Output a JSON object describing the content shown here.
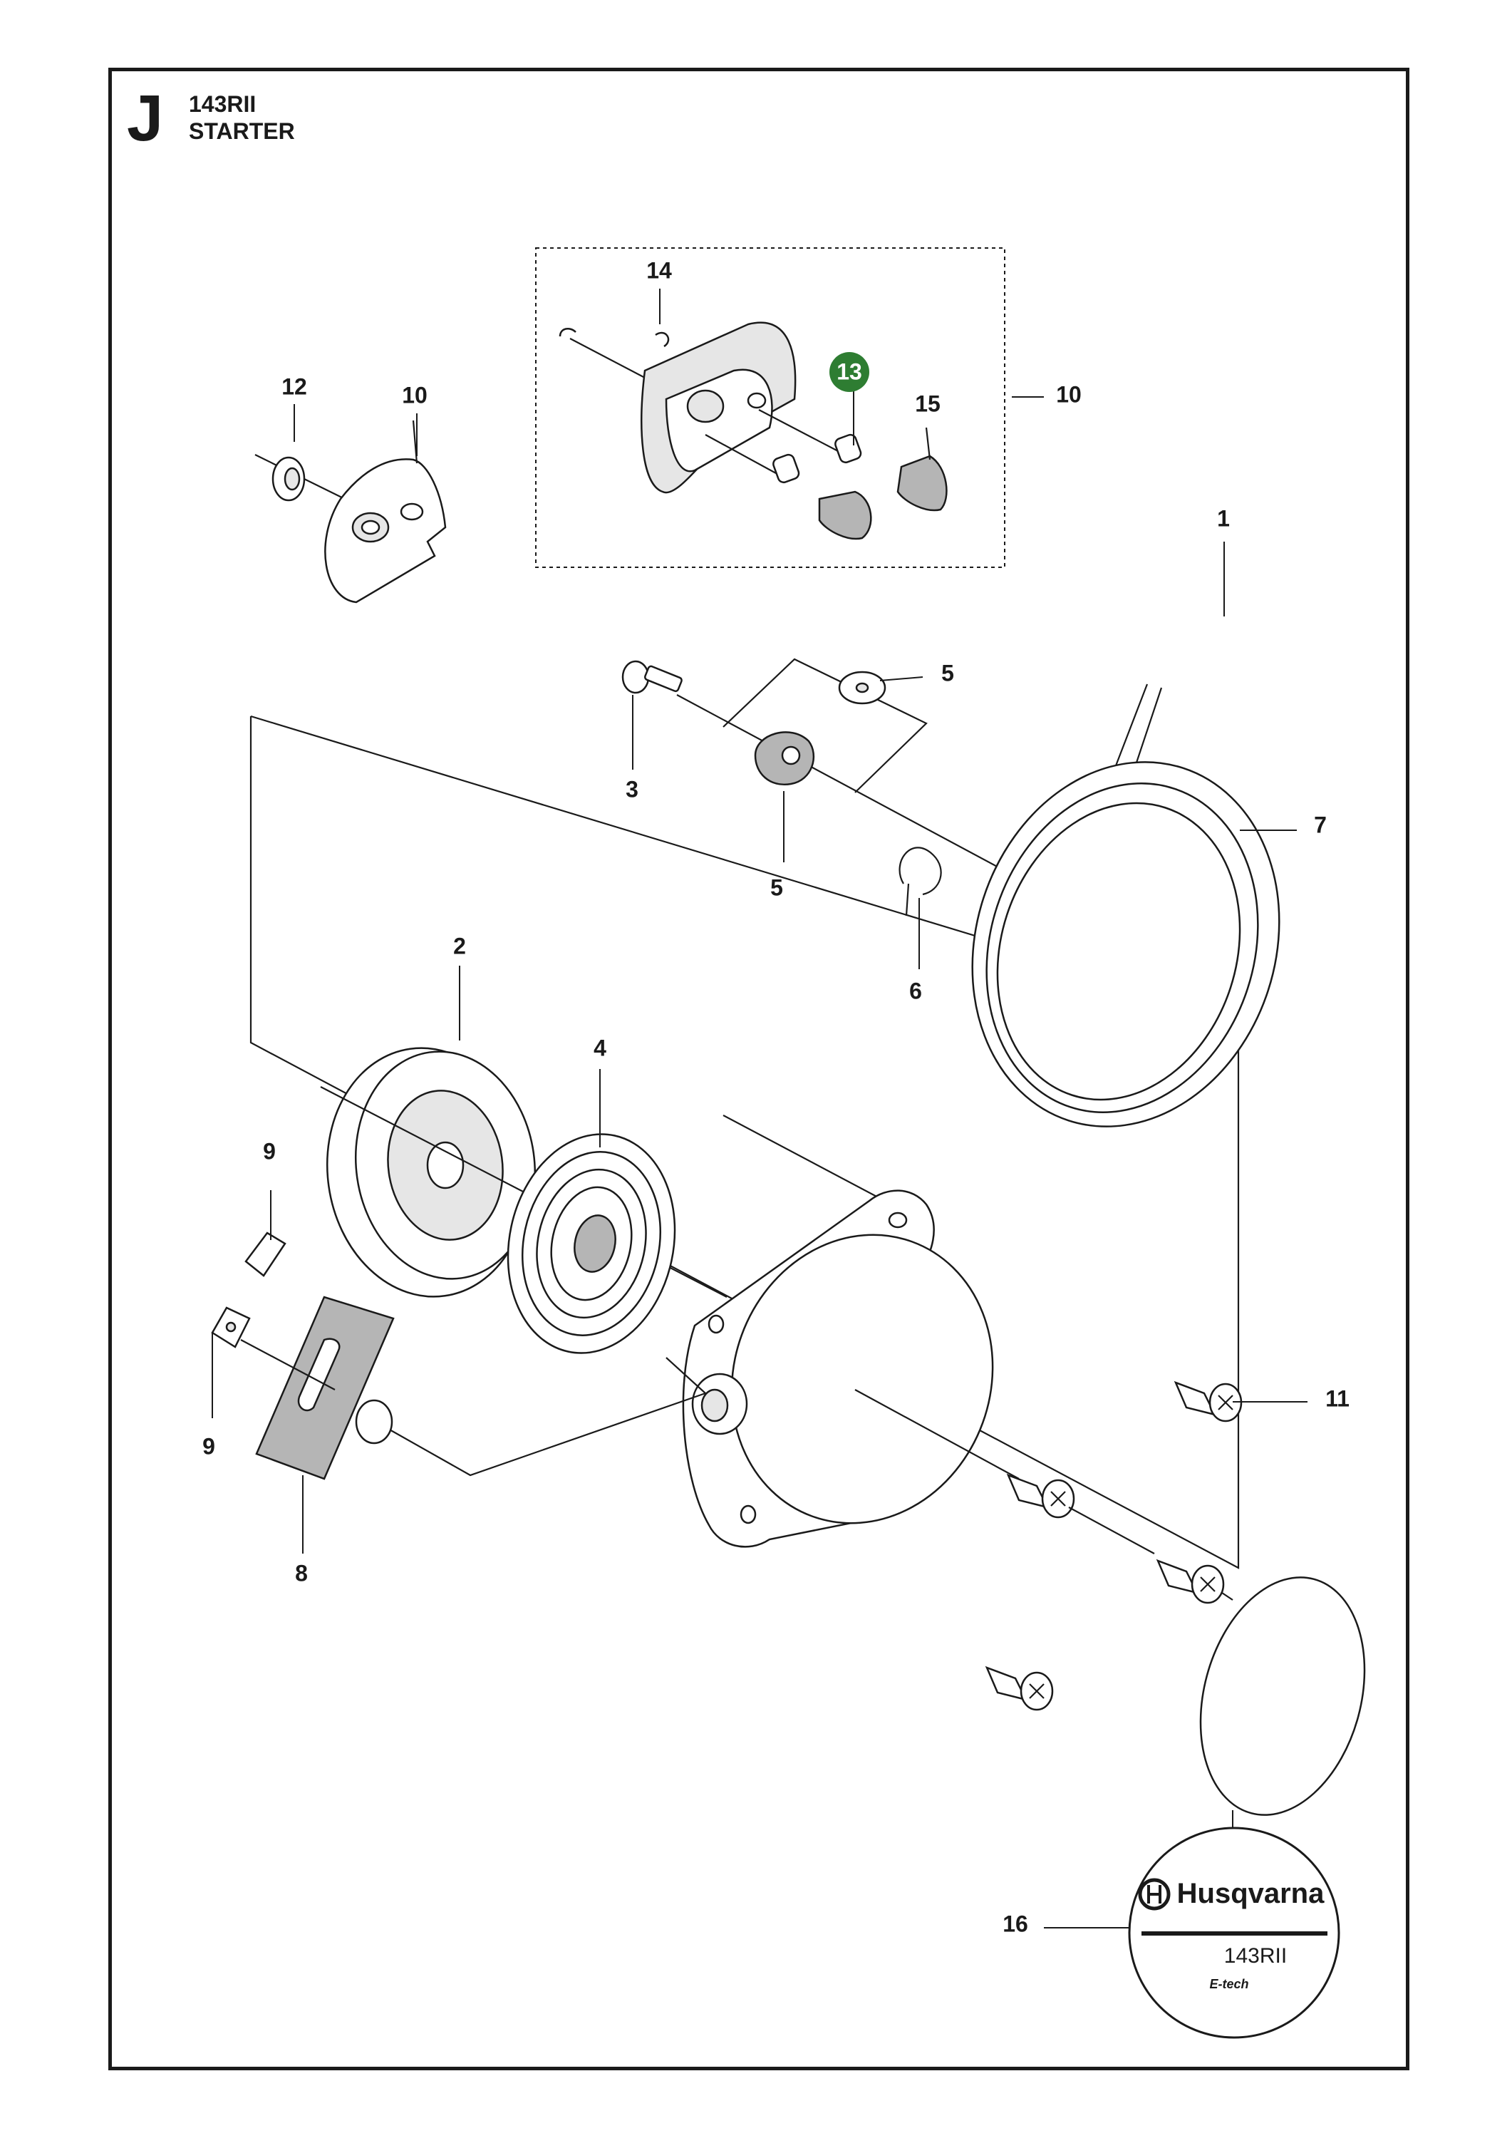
{
  "header": {
    "section": "J",
    "model": "143RII",
    "title": "STARTER"
  },
  "callouts": [
    {
      "id": "c14",
      "text": "14"
    },
    {
      "id": "c12",
      "text": "12"
    },
    {
      "id": "c10a",
      "text": "10"
    },
    {
      "id": "c13",
      "text": "13"
    },
    {
      "id": "c15",
      "text": "15"
    },
    {
      "id": "c10b",
      "text": "10"
    },
    {
      "id": "c1",
      "text": "1"
    },
    {
      "id": "c5a",
      "text": "5"
    },
    {
      "id": "c3",
      "text": "3"
    },
    {
      "id": "c5b",
      "text": "5"
    },
    {
      "id": "c7",
      "text": "7"
    },
    {
      "id": "c2",
      "text": "2"
    },
    {
      "id": "c6",
      "text": "6"
    },
    {
      "id": "c4",
      "text": "4"
    },
    {
      "id": "c9a",
      "text": "9"
    },
    {
      "id": "c11",
      "text": "11"
    },
    {
      "id": "c9b",
      "text": "9"
    },
    {
      "id": "c8",
      "text": "8"
    },
    {
      "id": "c16",
      "text": "16"
    }
  ],
  "highlight_color": "#2e7d32",
  "decal": {
    "brand": "Husqvarna",
    "model": "143RII",
    "tag": "E-tech"
  }
}
